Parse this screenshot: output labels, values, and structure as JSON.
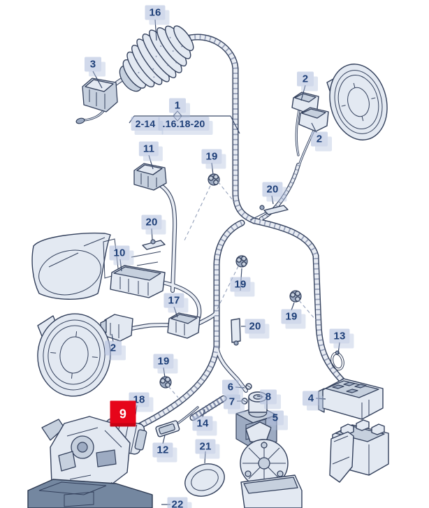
{
  "diagram": {
    "type": "exploded-parts-diagram",
    "subject": "Door wiring harness with connectors, speakers, mirror, door lock and window motor",
    "selected_item": "9",
    "colors": {
      "background": "#ffffff",
      "outline": "#33405c",
      "part_fill": "#e3e9f2",
      "part_fill_dark": "#9dabc2",
      "label_bg": "#b9c6e0",
      "label_text": "#1e3f78",
      "highlight_bg": "#e6051a",
      "highlight_text": "#ffffff"
    },
    "assembly_label": {
      "number": "1",
      "range_left": "2-14",
      "range_right": ".16.18-20"
    },
    "callouts": [
      {
        "part": "16",
        "text": "16"
      },
      {
        "part": "3",
        "text": "3"
      },
      {
        "part": "1",
        "text": "1"
      },
      {
        "part": "1-range-left",
        "text": "2-14"
      },
      {
        "part": "1-range-right",
        "text": ".16.18-20"
      },
      {
        "part": "2-top-a",
        "text": "2"
      },
      {
        "part": "2-top-b",
        "text": "2"
      },
      {
        "part": "11",
        "text": "11"
      },
      {
        "part": "19-a",
        "text": "19"
      },
      {
        "part": "20-a",
        "text": "20"
      },
      {
        "part": "20-b",
        "text": "20"
      },
      {
        "part": "10",
        "text": "10"
      },
      {
        "part": "19-b",
        "text": "19"
      },
      {
        "part": "19-c",
        "text": "19"
      },
      {
        "part": "20-c",
        "text": "20"
      },
      {
        "part": "17",
        "text": "17"
      },
      {
        "part": "2-mid",
        "text": "2"
      },
      {
        "part": "19-d",
        "text": "19"
      },
      {
        "part": "13",
        "text": "13"
      },
      {
        "part": "6",
        "text": "6"
      },
      {
        "part": "7",
        "text": "7"
      },
      {
        "part": "8",
        "text": "8"
      },
      {
        "part": "5",
        "text": "5"
      },
      {
        "part": "4",
        "text": "4"
      },
      {
        "part": "18",
        "text": "18"
      },
      {
        "part": "9",
        "text": "9",
        "highlighted": true
      },
      {
        "part": "14",
        "text": "14"
      },
      {
        "part": "12",
        "text": "12"
      },
      {
        "part": "21",
        "text": "21"
      },
      {
        "part": "22",
        "text": "22"
      }
    ]
  }
}
